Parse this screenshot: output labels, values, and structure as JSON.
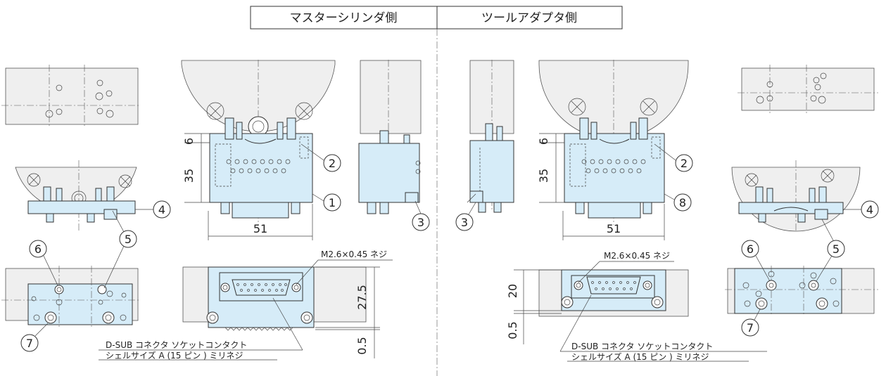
{
  "header": {
    "master_side": "マスターシリンダ側",
    "tool_side": "ツールアダプタ側"
  },
  "dimensions": {
    "master_height_top": "6",
    "master_height_body": "35",
    "master_width": "51",
    "master_plan_height": "27.5",
    "master_plan_offset": "0.5",
    "tool_height_top": "6",
    "tool_height_body": "35",
    "tool_width": "51",
    "tool_plan_height": "20",
    "tool_plan_offset": "0.5"
  },
  "notes": {
    "screw_master": "M2.6×0.45 ネジ",
    "screw_tool": "M2.6×0.45 ネジ",
    "connector_line1_master": "D-SUB コネクタ ソケットコンタクト",
    "connector_line2_master": "シェルサイズ A (15 ピン ) ミリネジ",
    "connector_line1_tool": "D-SUB コネクタ ソケットコンタクト",
    "connector_line2_tool": "シェルサイズ A (15 ピン ) ミリネジ"
  },
  "callouts": {
    "c1": "1",
    "c2_master": "2",
    "c3_master": "3",
    "c4_master": "4",
    "c5_master": "5",
    "c6_master": "6",
    "c7_master": "7",
    "c2_tool": "2",
    "c3_tool": "3",
    "c4_tool": "4",
    "c5_tool": "5",
    "c6_tool": "6",
    "c7_tool": "7",
    "c8": "8"
  }
}
